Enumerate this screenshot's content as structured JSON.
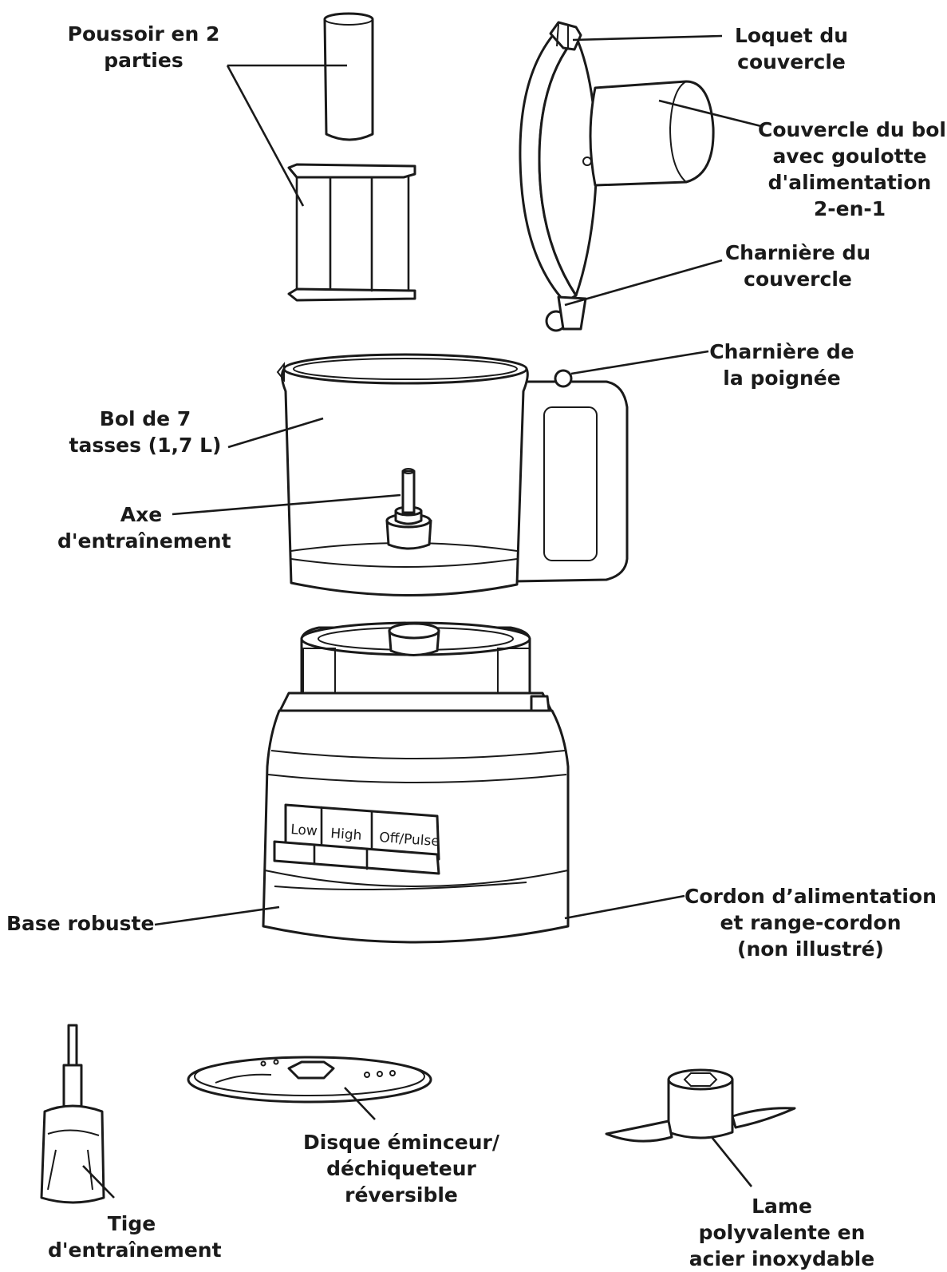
{
  "labels": {
    "pusher": [
      "Poussoir en 2",
      "parties"
    ],
    "lid_latch": [
      "Loquet du",
      "couvercle"
    ],
    "bowl_lid": [
      "Couvercle du bol",
      "avec goulotte",
      "d'alimentation",
      "2-en-1"
    ],
    "lid_hinge": [
      "Charnière du",
      "couvercle"
    ],
    "handle_hinge": [
      "Charnière de",
      "la poignée"
    ],
    "bowl": [
      "Bol de 7",
      "tasses (1,7 L)"
    ],
    "drive_shaft": [
      "Axe",
      "d'entraînement"
    ],
    "base": [
      "Base robuste"
    ],
    "cord": [
      "Cordon d’alimentation",
      "et range-cordon",
      "(non illustré)"
    ],
    "disc": [
      "Disque éminceur/",
      "déchiqueteur",
      "réversible"
    ],
    "stem": [
      "Tige",
      "d'entraînement"
    ],
    "blade": [
      "Lame",
      "polyvalente en",
      "acier inoxydable"
    ]
  },
  "buttons": [
    "Low",
    "High",
    "Off/Pulse"
  ]
}
